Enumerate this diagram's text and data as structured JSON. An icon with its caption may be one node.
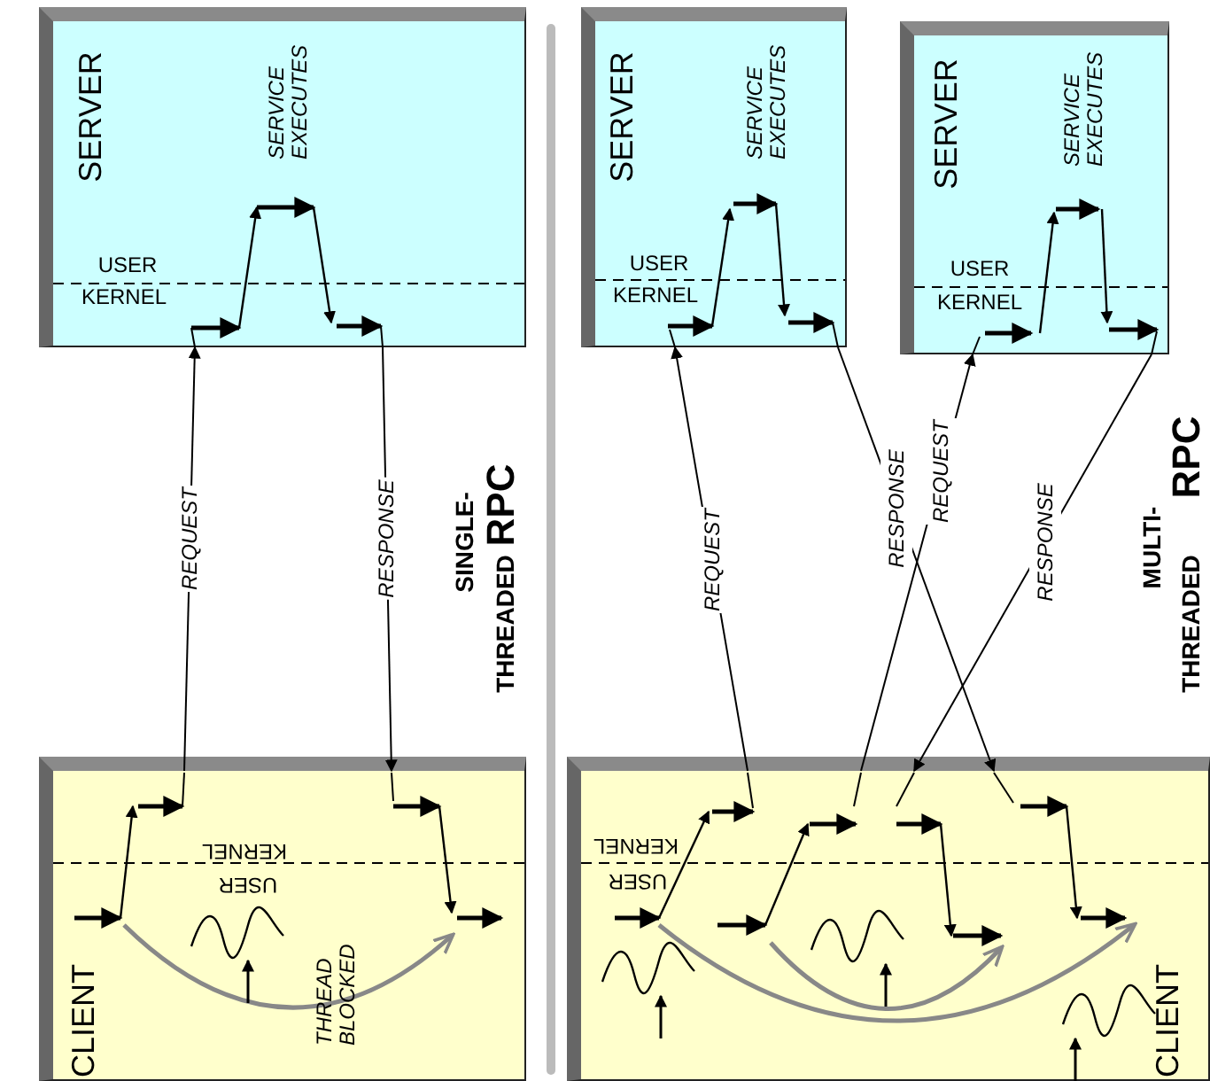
{
  "diagram": {
    "nodes": [
      {
        "text": [
          "SERVER",
          "SERVICE EXECUTES",
          "USER",
          "KERNEL"
        ]
      },
      {
        "text": [
          "CLIENT",
          "KERNEL",
          "USER",
          "THREAD BLOCKED"
        ]
      },
      {
        "text": [
          "SERVER",
          "SERVICE EXECUTES",
          "USER",
          "KERNEL"
        ]
      },
      {
        "text": [
          "SERVER",
          "SERVICE EXECUTES",
          "USER",
          "KERNEL"
        ]
      },
      {
        "text": [
          "CLIENT",
          "KERNEL",
          "USER"
        ]
      }
    ],
    "edges": [
      {
        "from": 1,
        "to": 0,
        "arrow": "to",
        "label": "REQUEST"
      },
      {
        "from": 0,
        "to": 1,
        "arrow": "to",
        "label": "RESPONSE"
      },
      {
        "from": 4,
        "to": 2,
        "arrow": "to",
        "label": "REQUEST"
      },
      {
        "from": 2,
        "to": 4,
        "arrow": "to",
        "label": "RESPONSE"
      },
      {
        "from": 4,
        "to": 3,
        "arrow": "to",
        "label": "REQUEST"
      },
      {
        "from": 3,
        "to": 4,
        "arrow": "to",
        "label": "RESPONSE"
      }
    ],
    "labels": [
      "SINGLE-",
      "THREADED",
      "RPC",
      "MULTI-",
      "THREADED",
      "RPC"
    ]
  }
}
